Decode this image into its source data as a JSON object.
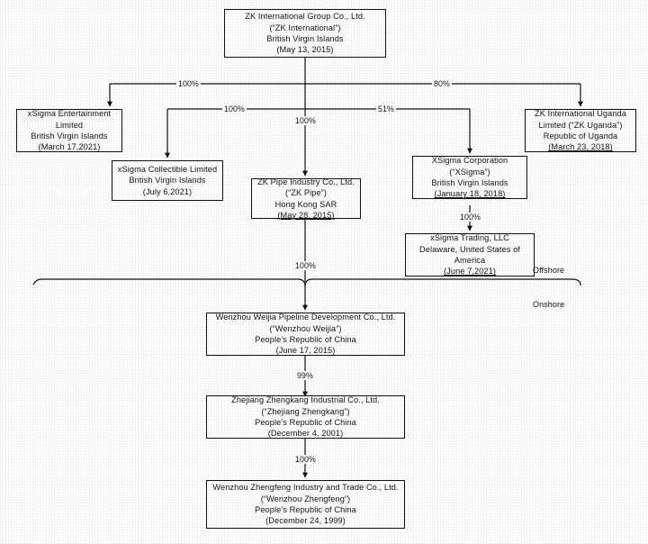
{
  "diagram": {
    "title": "ZK International Group corporate structure chart",
    "type": "org-chart",
    "zone_labels": {
      "offshore": "Offshore",
      "onshore": "Onshore"
    },
    "boxes": [
      {
        "id": "zk-international",
        "lines": [
          "ZK International Group Co., Ltd.",
          "(“ZK International”)",
          "British Virgin Islands",
          "(May 13, 2015)"
        ],
        "underline_last": false
      },
      {
        "id": "xsigma-entertainment",
        "lines": [
          "xSigma Entertainment",
          "Limited",
          "British Virgin Islands",
          "(March 17,2021)"
        ],
        "underline_last": false
      },
      {
        "id": "xsigma-collectible",
        "lines": [
          "xSigma Collectible Limited",
          "British Virgin Islands",
          "(July 6,2021)"
        ],
        "underline_last": false
      },
      {
        "id": "zk-pipe",
        "lines": [
          "ZK Pipe Industry Co., Ltd.",
          "(“ZK Pipe”)",
          "Hong Kong SAR",
          "(May 28, 2015)"
        ],
        "underline_last": true
      },
      {
        "id": "xsigma-corporation",
        "lines": [
          "XSigma Corporation",
          "(“XSigma”)",
          "British Virgin Islands",
          "(January 18, 2018)"
        ],
        "underline_last": true
      },
      {
        "id": "zk-uganda",
        "lines": [
          "ZK International Uganda",
          "Limited (“ZK Uganda”)",
          "Republic of Uganda",
          "(March 23, 2018)"
        ],
        "underline_last": true
      },
      {
        "id": "xsigma-trading",
        "lines": [
          "xSigma Trading, LLC",
          "Delaware, United States of",
          "America",
          "(June 7,2021)"
        ],
        "underline_last": true
      },
      {
        "id": "wenzhou-weijia",
        "lines": [
          "Wenzhou Weijia Pipeline Development Co., Ltd.",
          "(“Wenzhou Weijia”)",
          "People’s Republic of China",
          "(June 17, 2015)"
        ],
        "underline_last": false
      },
      {
        "id": "zhejiang-zhengkang",
        "lines": [
          "Zhejiang Zhengkang Industrial Co., Ltd.",
          "(“Zhejiang Zhengkang”)",
          "People’s Republic of China",
          "(December 4, 2001)"
        ],
        "underline_last": false
      },
      {
        "id": "wenzhou-zhengfeng",
        "lines": [
          "Wenzhou Zhengfeng Industry and Trade Co., Ltd.",
          "(“Wenzhou Zhengfeng”)",
          "People’s Republic of China",
          "(December 24, 1999)"
        ],
        "underline_last": false
      }
    ],
    "edges": [
      {
        "id": "zk-to-entertainment",
        "label": "100%",
        "from": "zk-international",
        "to": "xsigma-entertainment"
      },
      {
        "id": "zk-to-uganda",
        "label": "80%",
        "from": "zk-international",
        "to": "zk-uganda"
      },
      {
        "id": "zk-to-collectible",
        "label": "100%",
        "from": "zk-international",
        "to": "xsigma-collectible"
      },
      {
        "id": "zk-to-pipe",
        "label": "100%",
        "from": "zk-international",
        "to": "zk-pipe"
      },
      {
        "id": "zk-to-xsigma",
        "label": "51%",
        "from": "zk-international",
        "to": "xsigma-corporation"
      },
      {
        "id": "xsigma-to-trading",
        "label": "100%",
        "from": "xsigma-corporation",
        "to": "xsigma-trading"
      },
      {
        "id": "pipe-to-weijia",
        "label": "100%",
        "from": "zk-pipe",
        "to": "wenzhou-weijia"
      },
      {
        "id": "weijia-to-zhengkang",
        "label": "99%",
        "from": "wenzhou-weijia",
        "to": "zhejiang-zhengkang"
      },
      {
        "id": "zhengkang-to-zhengfeng",
        "label": "100%",
        "from": "zhejiang-zhengkang",
        "to": "wenzhou-zhengfeng"
      }
    ],
    "colors": {
      "line": "#111111",
      "box_border": "#111111",
      "text": "#141414",
      "background": "#ffffff"
    }
  }
}
